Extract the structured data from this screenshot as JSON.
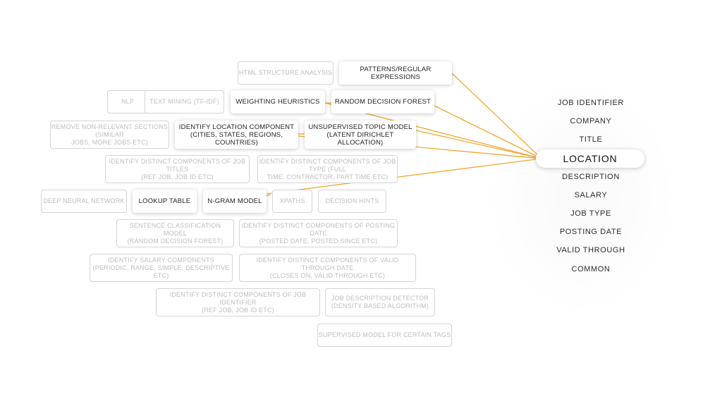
{
  "accent_color": "#f0a830",
  "selected_field": "LOCATION",
  "fields": [
    "JOB IDENTIFIER",
    "COMPANY",
    "TITLE",
    "LOCATION",
    "DESCRIPTION",
    "SALARY",
    "JOB TYPE",
    "POSTING DATE",
    "VALID THROUGH",
    "COMMON"
  ],
  "methods": [
    {
      "label": "HTML STRUCTURE ANALYSIS",
      "active": false
    },
    {
      "label": "PATTERNS/REGULAR EXPRESSIONS",
      "active": true
    },
    {
      "label": "NLP",
      "active": false
    },
    {
      "label": "TEXT MINING (TF-IDF)",
      "active": false
    },
    {
      "label": "WEIGHTING HEURISTICS",
      "active": true
    },
    {
      "label": "RANDOM DECISION FOREST",
      "active": true
    },
    {
      "label": "REMOVE NON-RELEVANT SECTIONS (SIMILAR\nJOBS, MORE JOBS ETC)",
      "active": false
    },
    {
      "label": "IDENTIFY LOCATION COMPONENT\n(CITIES, STATES, REGIONS, COUNTRIES)",
      "active": true
    },
    {
      "label": "UNSUPERVISED TOPIC MODEL\n(LATENT DIRICHLET ALLOCATION)",
      "active": true
    },
    {
      "label": "IDENTIFY DISTINCT COMPONENTS OF JOB TITLES\n(REF JOB, JOB ID ETC)",
      "active": false
    },
    {
      "label": "IDENTIFY DISTINCT COMPONENTS OF JOB TYPE (FULL\nTIME, CONTRACTOR, PART TIME ETC)",
      "active": false
    },
    {
      "label": "DEEP NEURAL NETWORK",
      "active": false
    },
    {
      "label": "LOOKUP TABLE",
      "active": true
    },
    {
      "label": "N-GRAM MODEL",
      "active": true
    },
    {
      "label": "XPATHS",
      "active": false
    },
    {
      "label": "DECISION HINTS",
      "active": false
    },
    {
      "label": "SENTENCE CLASSIFICATION MODEL\n(RANDOM DECISION FOREST)",
      "active": false
    },
    {
      "label": "IDENTIFY DISTINCT COMPONENTS OF POSTING DATE\n(POSTED DATE, POSTED SINCE ETC)",
      "active": false
    },
    {
      "label": "IDENTIFY SALARY COMPONENTS\n(PERIODIC, RANGE, SIMPLE, DESCRIPTIVE ETC)",
      "active": false
    },
    {
      "label": "IDENTIFY DISTINCT COMPONENTS OF VALID THROUGH DATE\n(CLOSES ON, VALID THROUGH ETC)",
      "active": false
    },
    {
      "label": "IDENTIFY DISTINCT COMPONENTS OF JOB IDENTIFIER\n(REF JOB, JOB ID ETC)",
      "active": false
    },
    {
      "label": "JOB DESCRIPTION DETECTOR\n(DENSITY BASED ALGORITHM)",
      "active": false
    },
    {
      "label": "SUPERVISED MODEL FOR CERTAIN TAGS",
      "active": false
    }
  ]
}
